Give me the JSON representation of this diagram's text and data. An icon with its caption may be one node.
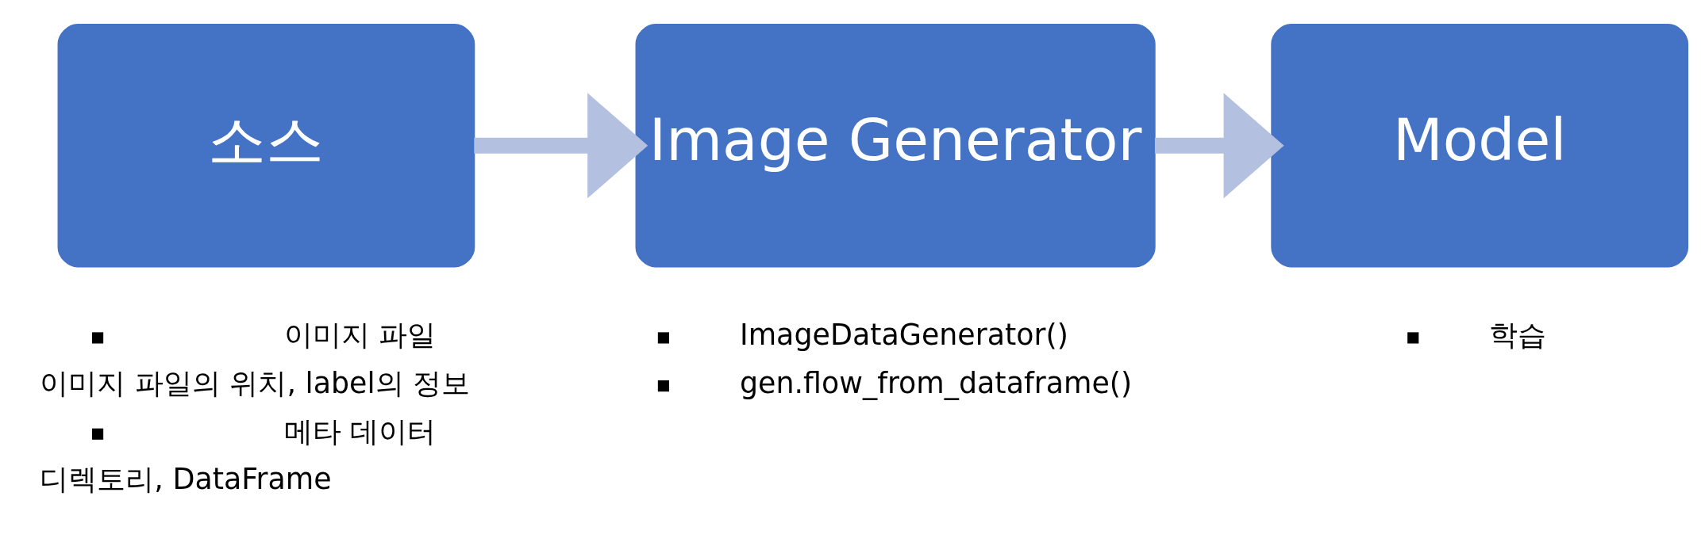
{
  "diagram": {
    "nodes": [
      {
        "text": [
          "소스"
        ],
        "beside": [
          "이미지 파일",
          "이미지 파일의 위치, label의 정보",
          "메타 데이터",
          "디렉토리, DataFrame"
        ]
      },
      {
        "text": [
          "Image Generator"
        ],
        "beside": [
          "ImageDataGenerator()",
          "gen.flow_from_dataframe()"
        ]
      },
      {
        "text": [
          "Model"
        ],
        "beside": [
          "학습"
        ]
      }
    ],
    "edges": [
      {
        "from": 0,
        "to": 1,
        "arrow": "to"
      },
      {
        "from": 1,
        "to": 2,
        "arrow": "to"
      }
    ]
  }
}
